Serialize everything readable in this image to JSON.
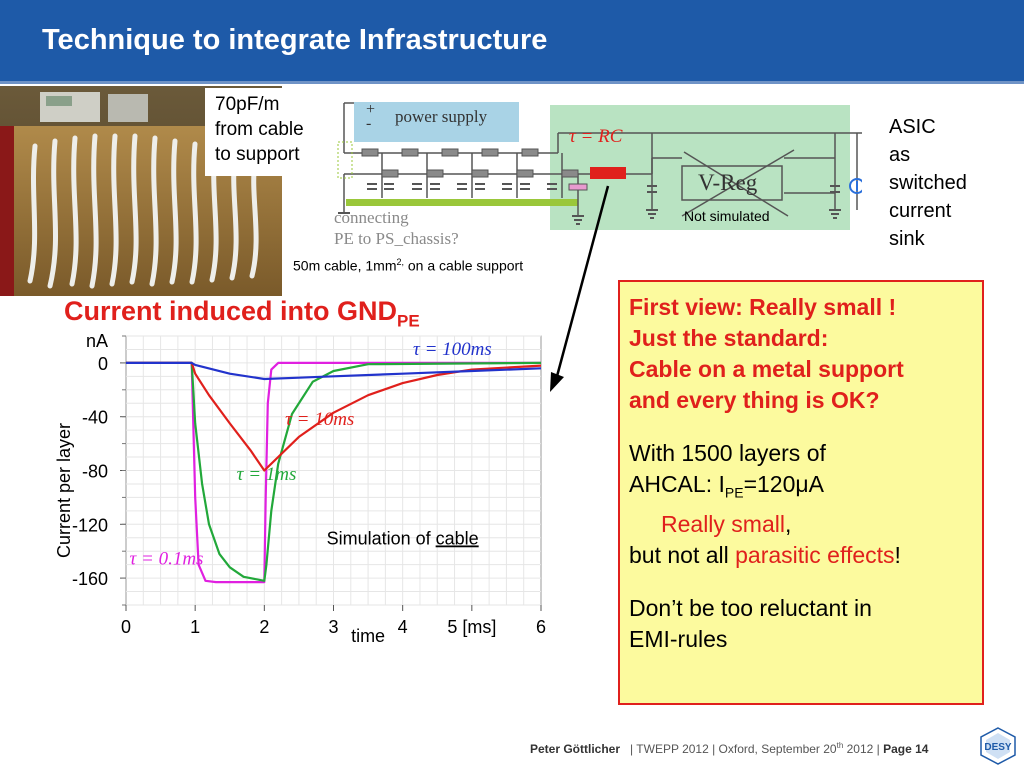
{
  "slide": {
    "title": "Technique to integrate Infrastructure"
  },
  "photo_caption": {
    "lines": [
      "70pF/m",
      "from cable",
      "to support"
    ]
  },
  "schematic": {
    "power_supply_label": "power supply",
    "plus": "+",
    "minus": "-",
    "tau_rc": "τ = RC",
    "vreg_label": "V-Reg",
    "not_simulated": "Not simulated",
    "connecting_lines": [
      "connecting",
      "PE to PS_chassis?"
    ],
    "cable_note_main": "50m cable, 1mm",
    "cable_note_sup": "2,",
    "cable_note_tail": " on a cable support",
    "colors": {
      "panel": "#b9e3c2",
      "power_supply_box": "#a9d3e6",
      "cable_bar": "#9ac73a",
      "resistor_red": "#e0201c"
    }
  },
  "asic_label": {
    "lines": [
      "ASIC",
      "as",
      "switched",
      "current",
      "sink"
    ]
  },
  "current_title": {
    "main": "Current induced into GND",
    "sub": "PE"
  },
  "chart_data": {
    "type": "line",
    "ylabel": "Current per layer",
    "yunit": "nA",
    "xlabel": "time",
    "xunit": "[ms]",
    "xlim": [
      0,
      6
    ],
    "ylim": [
      -180,
      20
    ],
    "xticks": [
      0,
      1,
      2,
      3,
      4,
      5,
      6
    ],
    "xtick_labels": [
      "0",
      "1",
      "2",
      "3",
      "4",
      "5 [ms]",
      "6"
    ],
    "yticks": [
      0,
      -40,
      -80,
      -120,
      -160
    ],
    "ytick_labels": [
      "0",
      "-40",
      "-80",
      "-120",
      "-160"
    ],
    "inner_note_prefix": "Simulation of ",
    "inner_note_underlined": "cable",
    "series": [
      {
        "name": "τ = 0.1ms",
        "color": "#e020e0",
        "label_color": "#e020e0",
        "x": [
          0,
          0.95,
          1.0,
          1.05,
          1.15,
          1.3,
          2.0,
          2.02,
          2.05,
          2.1,
          2.2,
          6
        ],
        "y": [
          0,
          0,
          -100,
          -150,
          -162,
          -163,
          -163,
          -100,
          -30,
          -5,
          0,
          0
        ]
      },
      {
        "name": "τ = 1ms",
        "color": "#22a83a",
        "label_color": "#22a83a",
        "x": [
          0,
          0.95,
          1.0,
          1.1,
          1.2,
          1.35,
          1.5,
          1.7,
          2.0,
          2.03,
          2.1,
          2.2,
          2.4,
          2.7,
          3.0,
          3.5,
          6
        ],
        "y": [
          0,
          0,
          -45,
          -90,
          -120,
          -142,
          -152,
          -159,
          -162,
          -150,
          -110,
          -75,
          -38,
          -14,
          -6,
          -1,
          0
        ]
      },
      {
        "name": "τ = 10ms",
        "color": "#e0201c",
        "label_color": "#e0201c",
        "x": [
          0,
          0.95,
          1.0,
          1.2,
          1.5,
          1.8,
          2.0,
          2.5,
          3.0,
          3.5,
          4.0,
          4.5,
          5.0,
          6
        ],
        "y": [
          0,
          0,
          -8,
          -24,
          -45,
          -65,
          -80,
          -55,
          -37,
          -24,
          -15,
          -9,
          -5,
          -2
        ]
      },
      {
        "name": "τ = 100ms",
        "color": "#2233cc",
        "label_color": "#2233cc",
        "x": [
          0,
          0.95,
          1.0,
          1.5,
          2.0,
          2.5,
          3.0,
          4.0,
          5.0,
          6
        ],
        "y": [
          0,
          0,
          -1.5,
          -8,
          -12,
          -11,
          -10,
          -8,
          -6,
          -4
        ]
      }
    ]
  },
  "infobox": {
    "bold_lines": [
      "First view: Really small !",
      "Just the standard:",
      "Cable on a metal support",
      "and every thing is OK?"
    ],
    "with_line": "With 1500 layers of",
    "ahcal_prefix": "AHCAL: I",
    "ahcal_sub": "PE",
    "ahcal_suffix": "=120μA",
    "really_small": "Really small",
    "comma": ",",
    "but_prefix": "but not all ",
    "parasitic": "parasitic effects",
    "exclaim": "!",
    "dont_lines": [
      "Don’t be too reluctant in",
      "EMI-rules"
    ]
  },
  "footer": {
    "author": "Peter Göttlicher",
    "event": "|  TWEPP 2012  |  Oxford, September 20",
    "th": "th",
    "year": " 2012  |  ",
    "page_label": "Page 14"
  },
  "logo": {
    "text": "DESY",
    "color": "#1e5aa8"
  }
}
